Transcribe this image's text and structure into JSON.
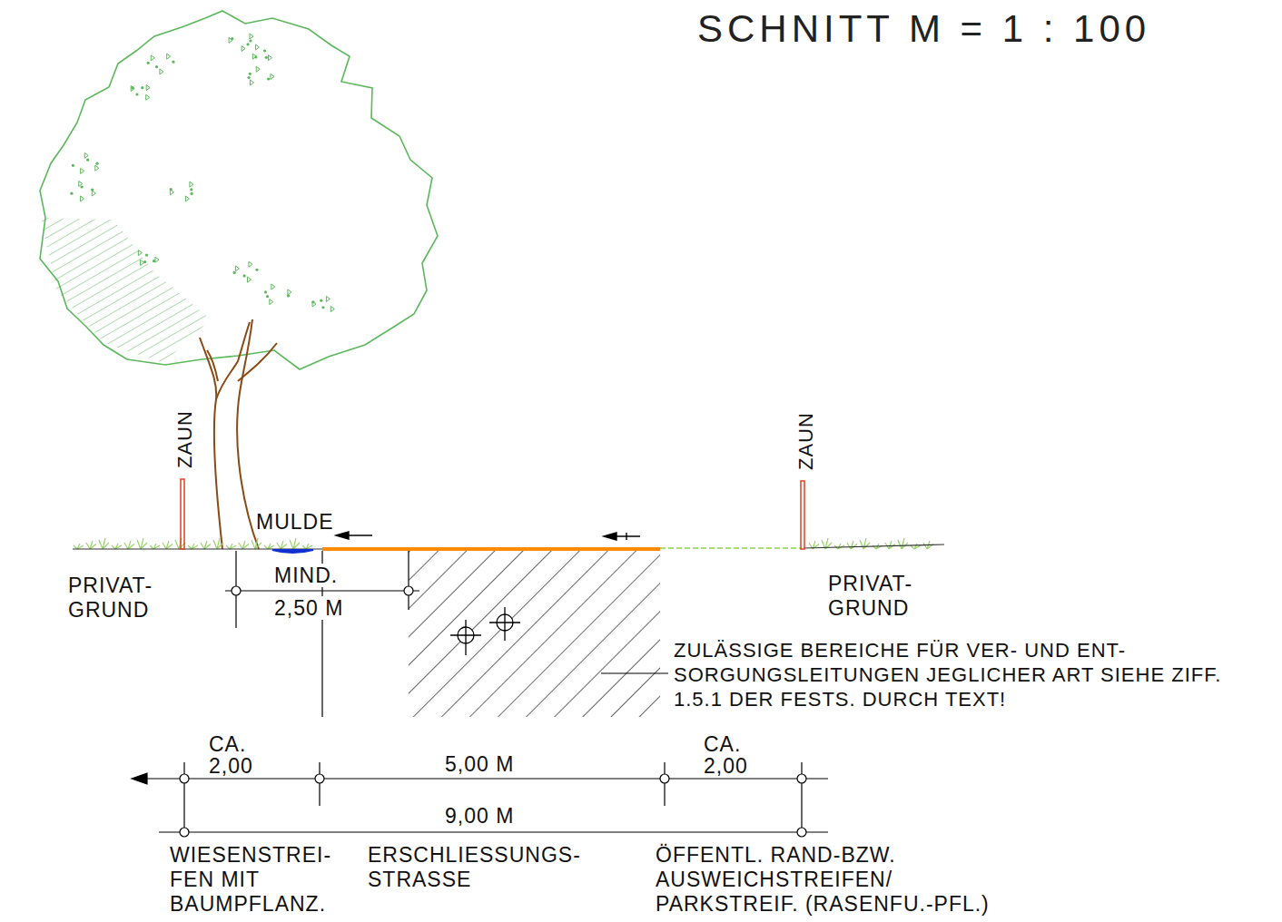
{
  "diagram": {
    "title": "SCHNITT M = 1 : 100",
    "labels": [
      "ZAUN",
      "ZAUN",
      "MULDE",
      "MIND. 2,50 M",
      "PRIVAT- GRUND",
      "PRIVAT- GRUND",
      "ZULÄSSIGE BEREICHE FÜR VER- UND ENT- SORGUNGSLEITUNGEN JEGLICHER ART SIEHE ZIFF. 1.5.1 DER FESTS. DURCH TEXT!",
      "CA. 2,00",
      "5,00 M",
      "CA. 2,00",
      "9,00 M",
      "WIESENSTREI- FEN MIT BAUMPFLANZ.",
      "ERSCHLIESSUNGS- STRASSE",
      "ÖFFENTL. RAND-BZW. AUSWEICHSTREIFEN/ PARKSTREIF. (RASENFU.-PFL.)"
    ]
  }
}
